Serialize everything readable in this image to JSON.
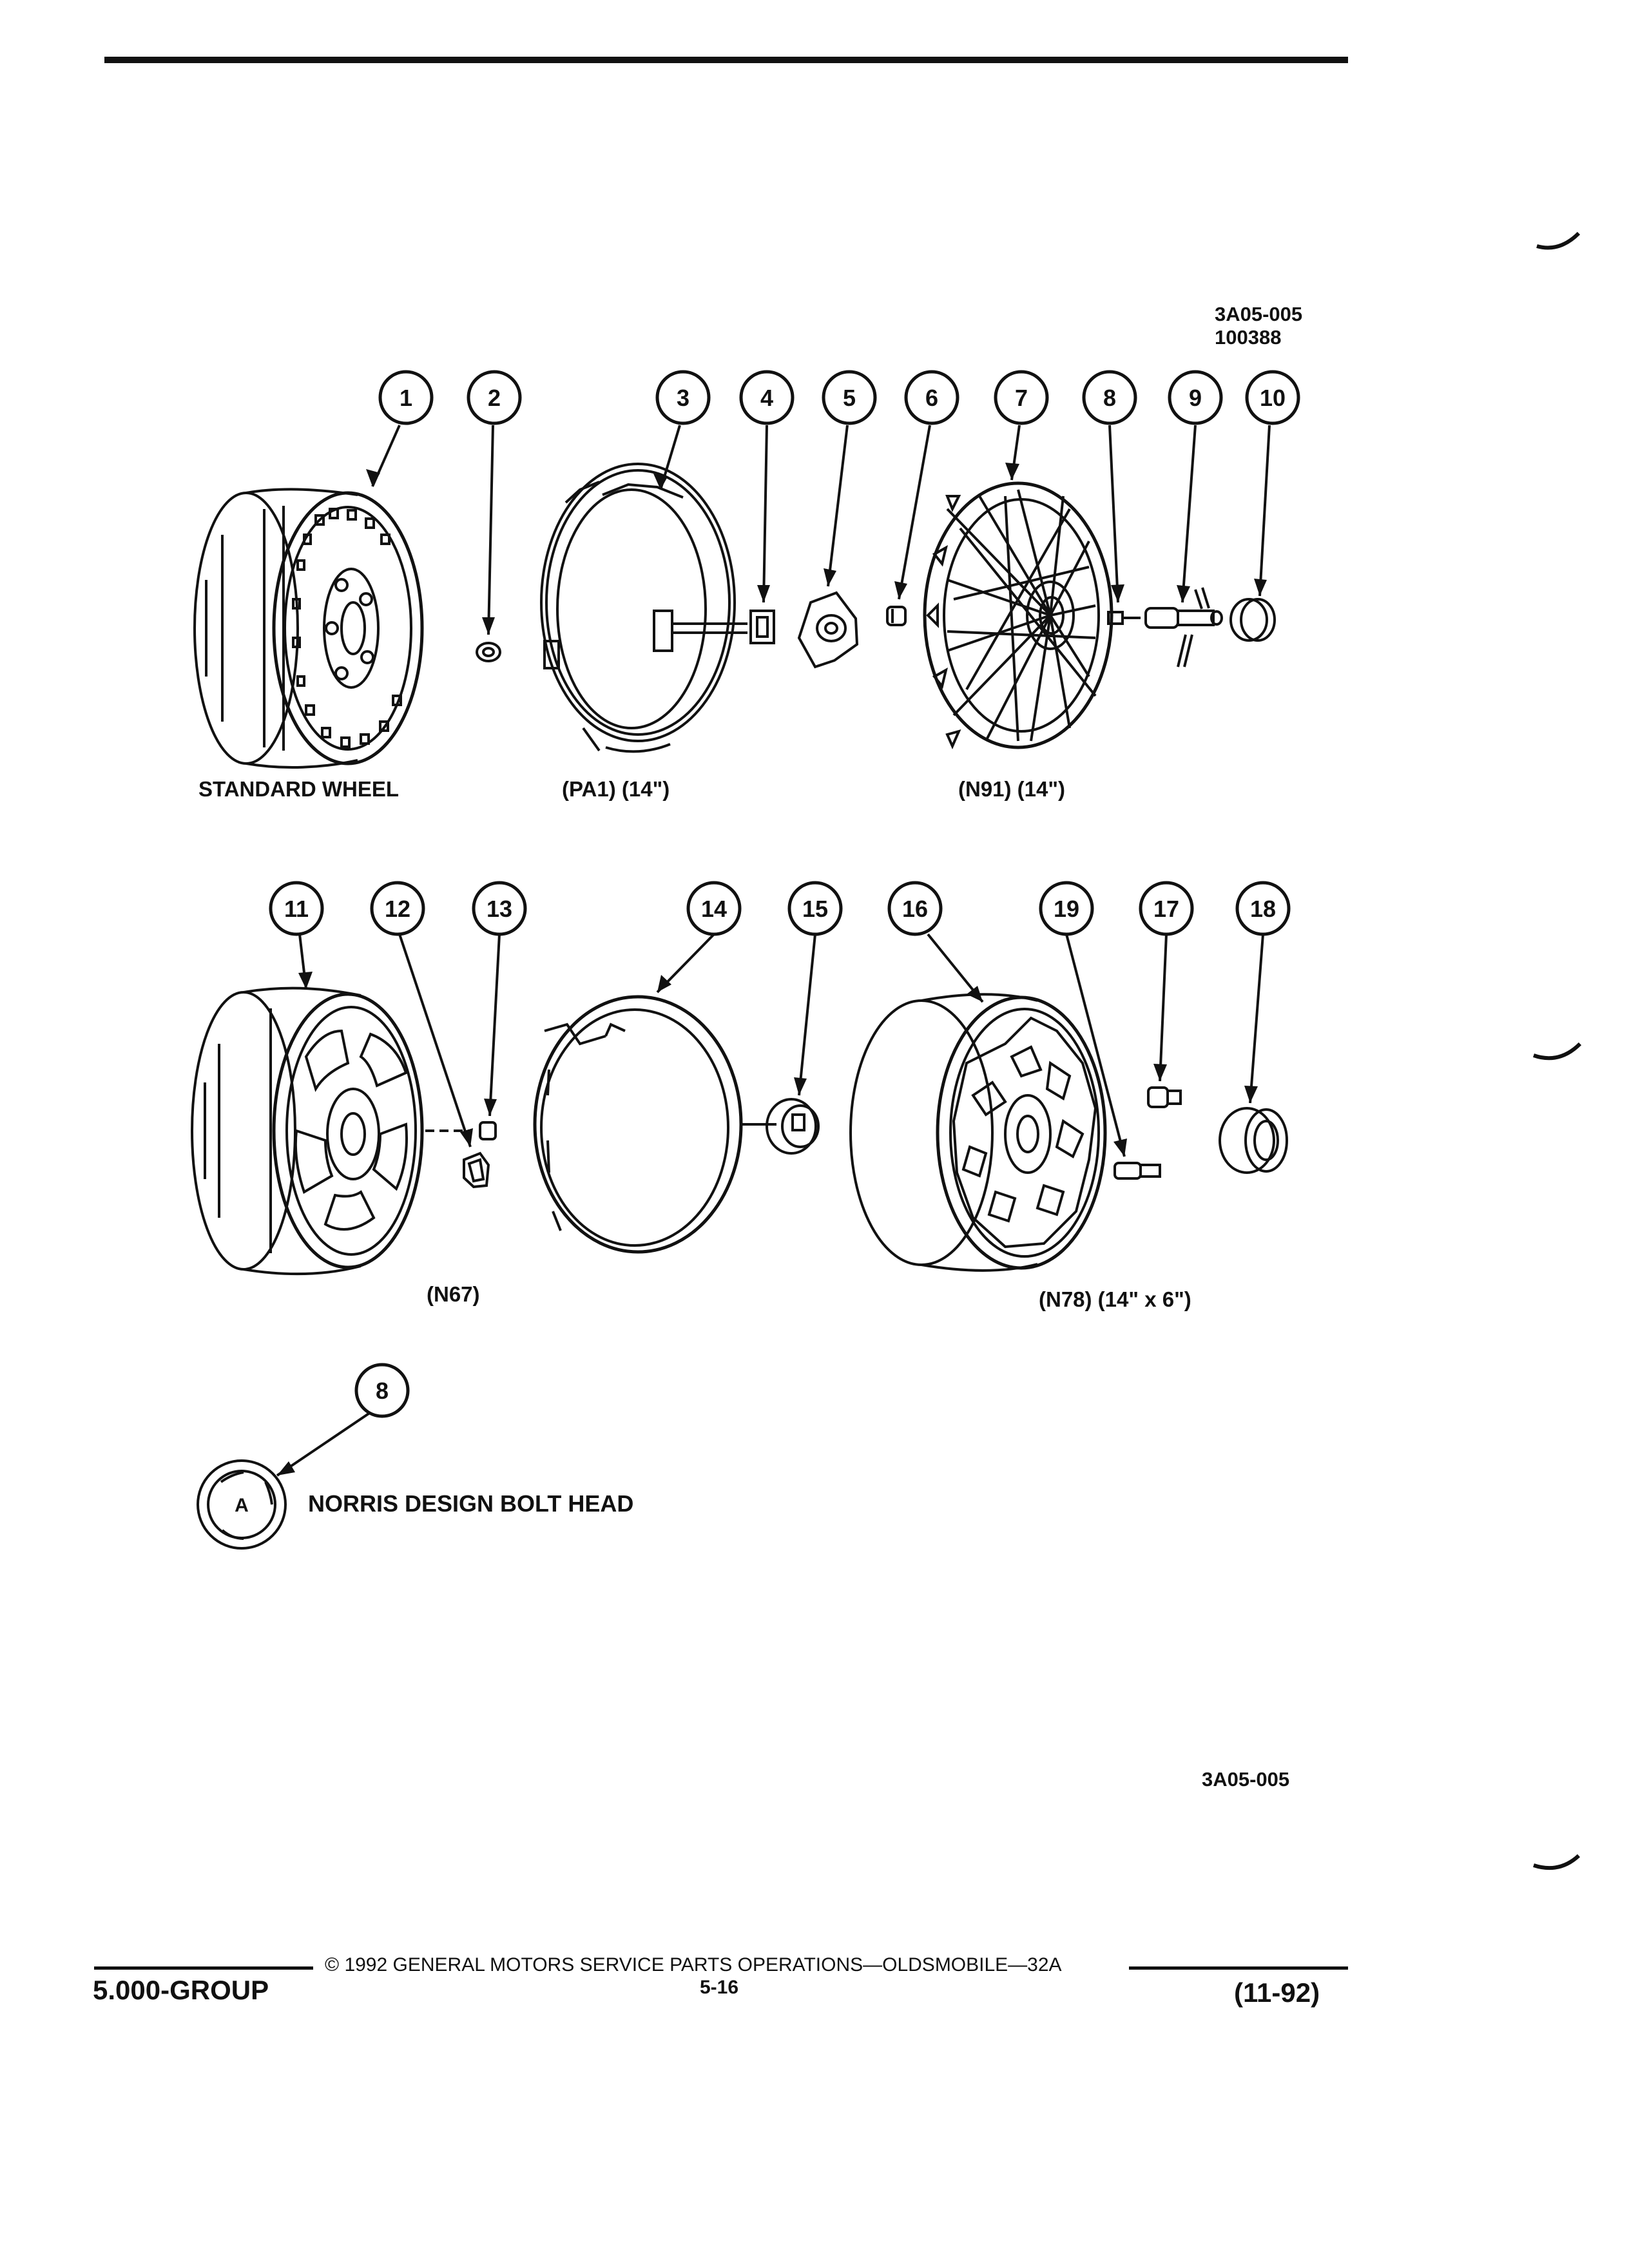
{
  "header": {
    "figure_code_top": "3A05-005",
    "figure_date_code": "100388"
  },
  "callouts": [
    "1",
    "2",
    "3",
    "4",
    "5",
    "6",
    "7",
    "8",
    "9",
    "10",
    "11",
    "12",
    "13",
    "14",
    "15",
    "16",
    "19",
    "17",
    "18",
    "8"
  ],
  "captions": {
    "standard_wheel": "STANDARD WHEEL",
    "pa1": "(PA1) (14\")",
    "n91": "(N91) (14\")",
    "n67": "(N67)",
    "n78": "(N78) (14\" x 6\")",
    "norris": "NORRIS DESIGN BOLT HEAD",
    "detail_letter": "A"
  },
  "figure_code_bottom": "3A05-005",
  "footer": {
    "group": "5.000-GROUP",
    "copyright": "© 1992 GENERAL MOTORS SERVICE PARTS OPERATIONS—OLDSMOBILE—32A",
    "page": "5-16",
    "date": "(11-92)"
  }
}
